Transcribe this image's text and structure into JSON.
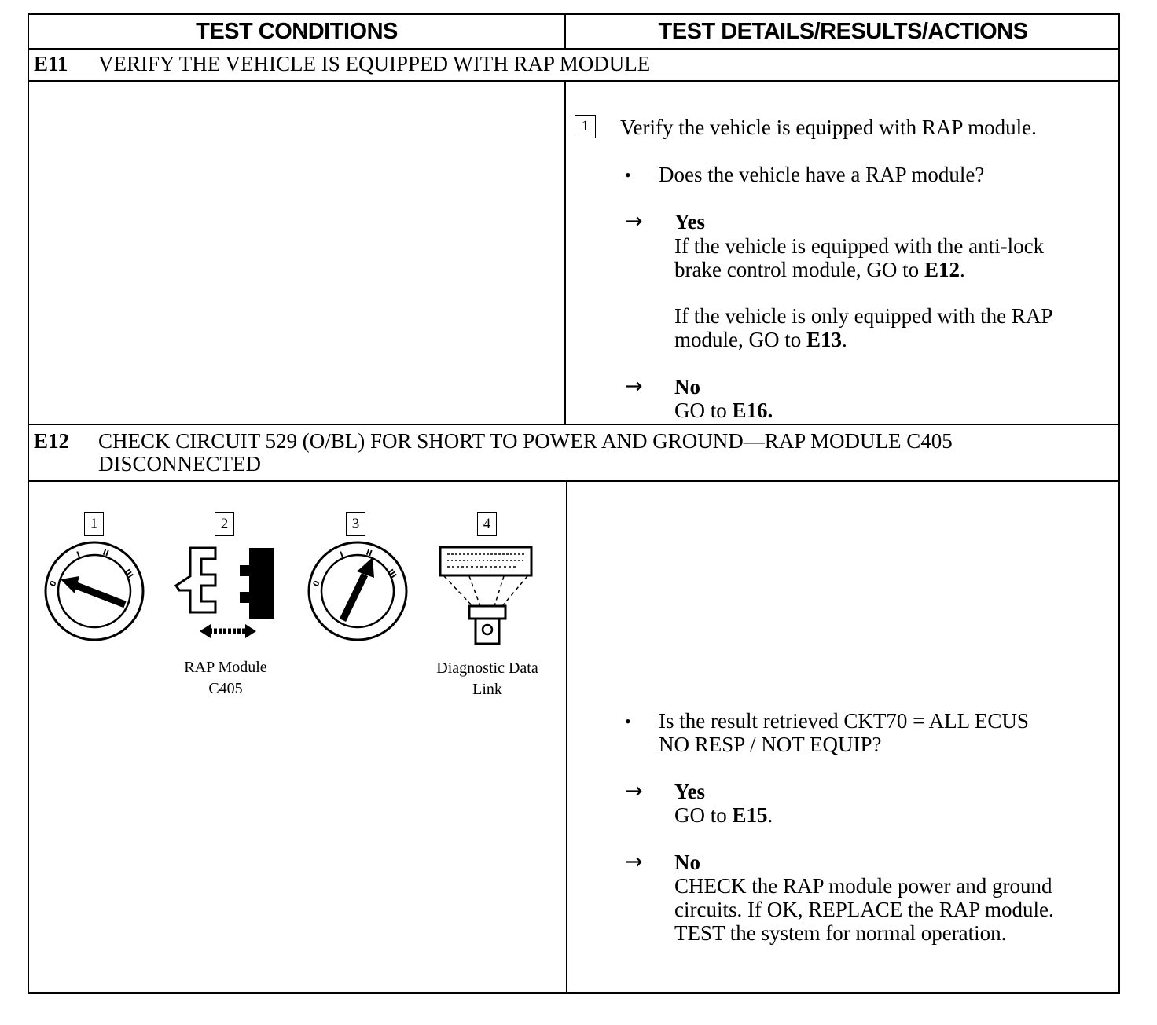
{
  "header": {
    "col_left": "TEST CONDITIONS",
    "col_right": "TEST DETAILS/RESULTS/ACTIONS"
  },
  "e11": {
    "id": "E11",
    "title": "VERIFY THE VEHICLE IS EQUIPPED WITH RAP MODULE",
    "step_number": "1",
    "step_text": "Verify the vehicle is equipped with RAP module.",
    "question": "Does the vehicle have a RAP module?",
    "yes_label": "Yes",
    "yes_line1": "If the vehicle is equipped with the anti-lock",
    "yes_line2_prefix": "brake control module, GO to ",
    "yes_line2_ref": "E12",
    "yes_line2_suffix": ".",
    "yes_line3": "If the vehicle is only equipped with the RAP",
    "yes_line4_prefix": "module, GO to ",
    "yes_line4_ref": "E13",
    "yes_line4_suffix": ".",
    "no_label": "No",
    "no_prefix": "GO to ",
    "no_ref": "E16."
  },
  "e12": {
    "id": "E12",
    "title_line1": "CHECK CIRCUIT 529 (O/BL) FOR SHORT TO POWER AND GROUND—RAP MODULE C405",
    "title_line2": "DISCONNECTED",
    "fig_steps": [
      "1",
      "2",
      "3",
      "4"
    ],
    "fig_label_2_line1": "RAP Module",
    "fig_label_2_line2": "C405",
    "fig_label_4_line1": "Diagnostic Data",
    "fig_label_4_line2": "Link",
    "question_line1": "Is the result retrieved CKT70 = ALL ECUS",
    "question_line2": "NO RESP / NOT EQUIP?",
    "yes_label": "Yes",
    "yes_prefix": "GO to ",
    "yes_ref": "E15",
    "yes_suffix": ".",
    "no_label": "No",
    "no_line1": "CHECK the RAP module power and ground",
    "no_line2": "circuits. If OK, REPLACE the RAP module.",
    "no_line3": "TEST the system for normal operation."
  }
}
